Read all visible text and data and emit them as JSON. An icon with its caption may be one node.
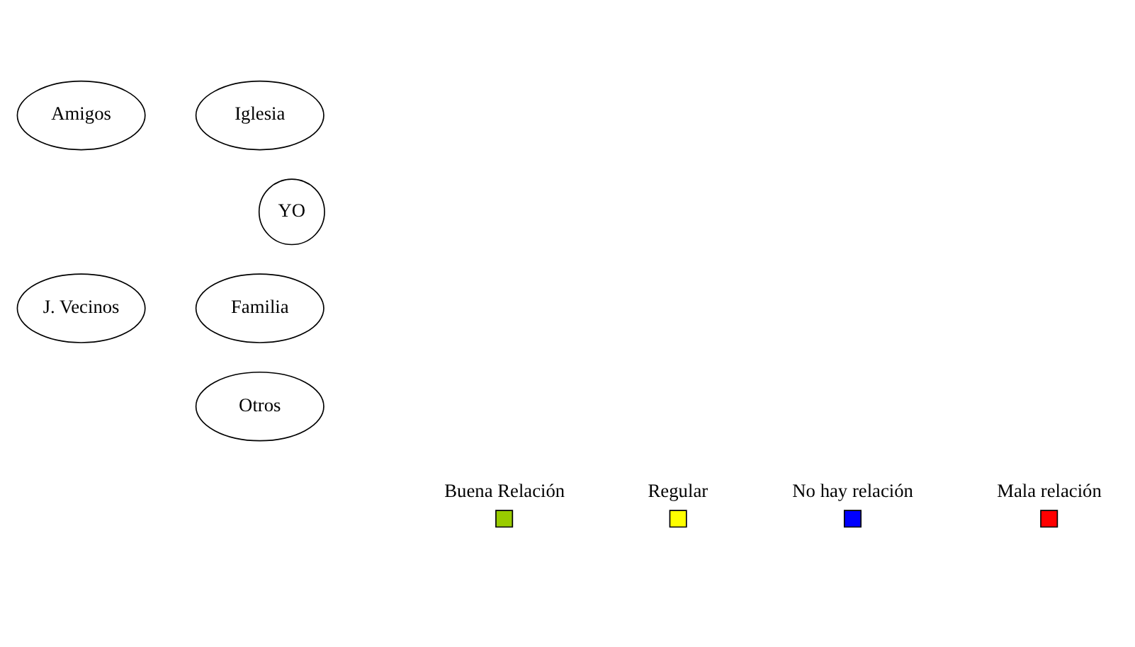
{
  "diagram": {
    "nodes": [
      {
        "text": [
          "Amigos"
        ]
      },
      {
        "text": [
          "Iglesia"
        ]
      },
      {
        "text": [
          "YO"
        ]
      },
      {
        "text": [
          "J. Vecinos"
        ]
      },
      {
        "text": [
          "Familia"
        ]
      },
      {
        "text": [
          "Otros"
        ]
      }
    ],
    "edges": [],
    "legend": [
      {
        "text": "Buena Relación",
        "color": "#99cc00"
      },
      {
        "text": "Regular",
        "color": "#ffff00"
      },
      {
        "text": "No hay relación",
        "color": "#0000ff"
      },
      {
        "text": "Mala relación",
        "color": "#ff0000"
      }
    ]
  }
}
